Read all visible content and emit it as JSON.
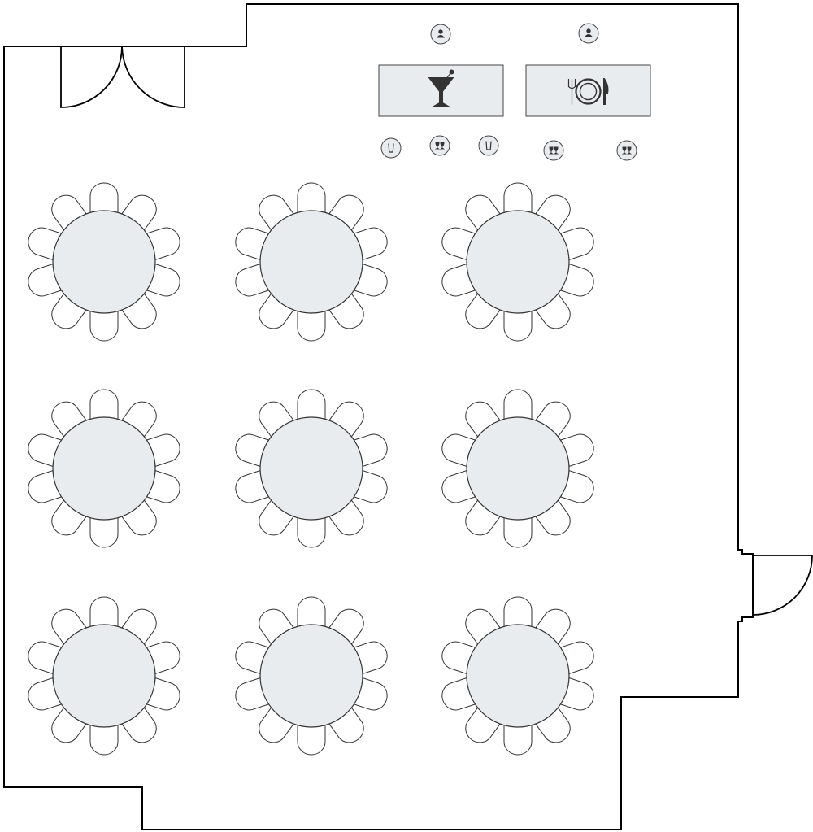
{
  "floor_plan": {
    "colors": {
      "wall": "#000000",
      "table_fill": "#e9ecef",
      "chair_outline": "#333333",
      "station_fill": "#e9ecef",
      "staff_marker_fill": "#e9ecef"
    },
    "tables": {
      "shape": "round",
      "count": 9,
      "chairs_per_table": 10,
      "rows": 3,
      "columns": 3
    },
    "stations": [
      {
        "id": "bar",
        "icon": "cocktail-icon"
      },
      {
        "id": "buffet",
        "icon": "plate-fork-knife-icon"
      }
    ],
    "staff_markers": [
      {
        "id": "bar-attendant",
        "icon": "person-icon"
      },
      {
        "id": "buffet-attendant",
        "icon": "person-icon"
      }
    ],
    "service_markers": [
      {
        "id": "glass-1",
        "icon": "highball-glass-icon"
      },
      {
        "id": "wine-1",
        "icon": "wine-glasses-icon"
      },
      {
        "id": "glass-2",
        "icon": "highball-glass-icon"
      },
      {
        "id": "wine-2",
        "icon": "wine-glasses-icon"
      },
      {
        "id": "wine-3",
        "icon": "wine-glasses-icon"
      }
    ],
    "doors": [
      {
        "id": "main-double-door",
        "type": "double-swing"
      },
      {
        "id": "side-door",
        "type": "single-swing"
      }
    ]
  }
}
